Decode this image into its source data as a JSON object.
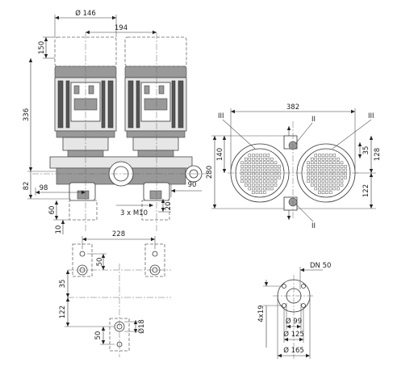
{
  "side_view": {
    "dim_motor_diameter": "Ø 146",
    "dim_motor_spacing": "194",
    "dim_fan_cover_height": "150",
    "dim_motor_height": "336",
    "dim_flange_height": "82",
    "dim_pump_half_width": "98",
    "dim_foot_height": "60",
    "dim_foot_base": "10",
    "dim_threads": "3 x M10",
    "dim_mount_offset": "20",
    "dim_outlet_offset": "90"
  },
  "top_view": {
    "dim_overall_width": "382",
    "dim_overall_depth": "280",
    "dim_upper_depth": "140",
    "dim_right_upper": "35",
    "dim_right_total": "128",
    "dim_right_lower": "122",
    "label_section_III_left": "III",
    "label_section_II_top": "II",
    "label_section_III_right": "III",
    "label_section_II_bottom": "II"
  },
  "foot_plan": {
    "dim_hole_spacing": "228",
    "dim_pad_width": "50",
    "dim_offset_35": "35",
    "dim_offset_122": "122",
    "dim_bottom_pad": "50",
    "dim_hole_diameter": "Ø18"
  },
  "flange": {
    "dim_nominal": "DN 50",
    "dim_bolts": "4x19",
    "dim_d99": "Ø 99",
    "dim_d125": "Ø 125",
    "dim_d165": "Ø 165"
  }
}
